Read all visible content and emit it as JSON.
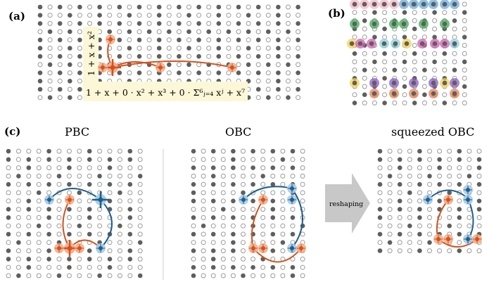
{
  "panels": {
    "a": {
      "label": "(a)"
    },
    "b": {
      "label": "(b)"
    },
    "c": {
      "label": "(c)",
      "pbc": "PBC",
      "obc": "OBC",
      "squeezed": "squeezed OBC",
      "arrow_label": "reshaping"
    }
  },
  "formulas": {
    "horizontal": "1 + x + 0 · x² + x³ + 0 · Σ⁶ⱼ₌₄ xʲ   + x⁷",
    "vertical": "1 + x + x²"
  },
  "colors": {
    "filled_dot": "#5f5f5f",
    "empty_dot": "#9a9a9a",
    "orange": "#d4521f",
    "orange_light": "#f3b08d",
    "blue": "#1f5e8c",
    "blue_light": "#a8cde8",
    "formula_bg": "#fcf7d7",
    "arrow": "#c8c8c8",
    "separator": "#cccccc"
  },
  "panel_b_colors": [
    "#f5b8c7",
    "#6aaee0",
    "#3dab55",
    "#d45bb0",
    "#f5d04a",
    "#e7824f",
    "#8e5cc7",
    "#8bd1e0"
  ]
}
